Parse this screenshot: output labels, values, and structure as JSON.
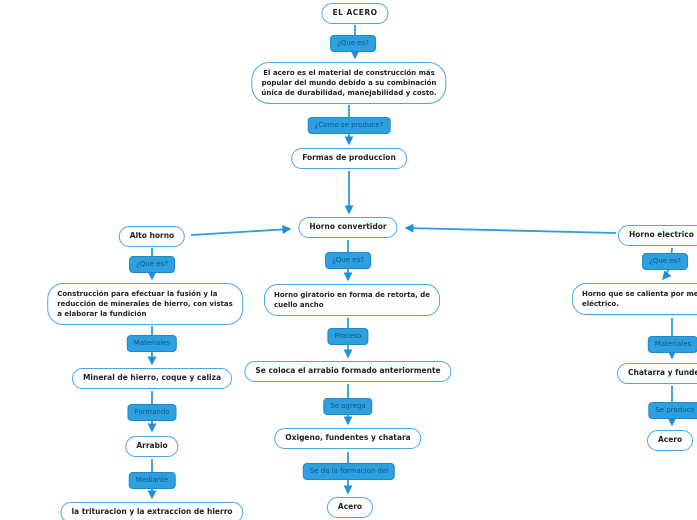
{
  "colors": {
    "line": "#2d9ce4",
    "arrowhead": "#1f8ede",
    "label_bg": "#2ea0e0",
    "label_text": "#0d5784",
    "node_border": "#4aa7e8",
    "node_text": "#1d2125",
    "background": "#ffffff"
  },
  "map": {
    "root": {
      "title": "EL ACERO"
    },
    "intro": {
      "text": "El acero es el material de construcción más\npopular del mundo debido a su combinación\núnica de durabilidad, manejabilidad y costo."
    },
    "formas": {
      "text": "Formas de produccion"
    },
    "branches": {
      "alto_horno": {
        "title": "Alto horno",
        "definicion": "Construcción para efectuar la fusión y la\nreducción de minerales de hierro, con vistas\na elaborar la fundición",
        "materiales": "Mineral de hierro, coque y caliza",
        "resultado": "Arrabio",
        "proceso": "la trituracion y la extraccion de hierro"
      },
      "horno_convertidor": {
        "title": "Horno convertidor",
        "definicion": "Horno giratorio en forma de retorta, de\ncuello ancho",
        "paso1": "Se coloca el arrabio formado anteriormente",
        "paso2": "Oxigeno, fundentes y chatara",
        "resultado": "Acero"
      },
      "horno_electrico": {
        "title": "Horno electrico",
        "definicion": "Horno que se calienta por medio\neléctrico.",
        "materiales": "Chatarra y fundentes",
        "resultado": "Acero"
      }
    },
    "edge_labels": {
      "que_es_root": "¿Que es?",
      "como_se_produce": "¿Como se produce?",
      "que_es_alto": "¿Que es?",
      "materiales_alto": "Materiales",
      "formando": "Formando",
      "mediante": "Mediante",
      "que_es_convertidor": "¿Que es?",
      "proceso": "Proceso",
      "se_agrega": "Se agrega",
      "se_da_formacion": "Se da la formacion del",
      "que_es_electrico": "¿Que es?",
      "materiales_electrico": "Materiales",
      "se_produce": "Se produce"
    }
  }
}
